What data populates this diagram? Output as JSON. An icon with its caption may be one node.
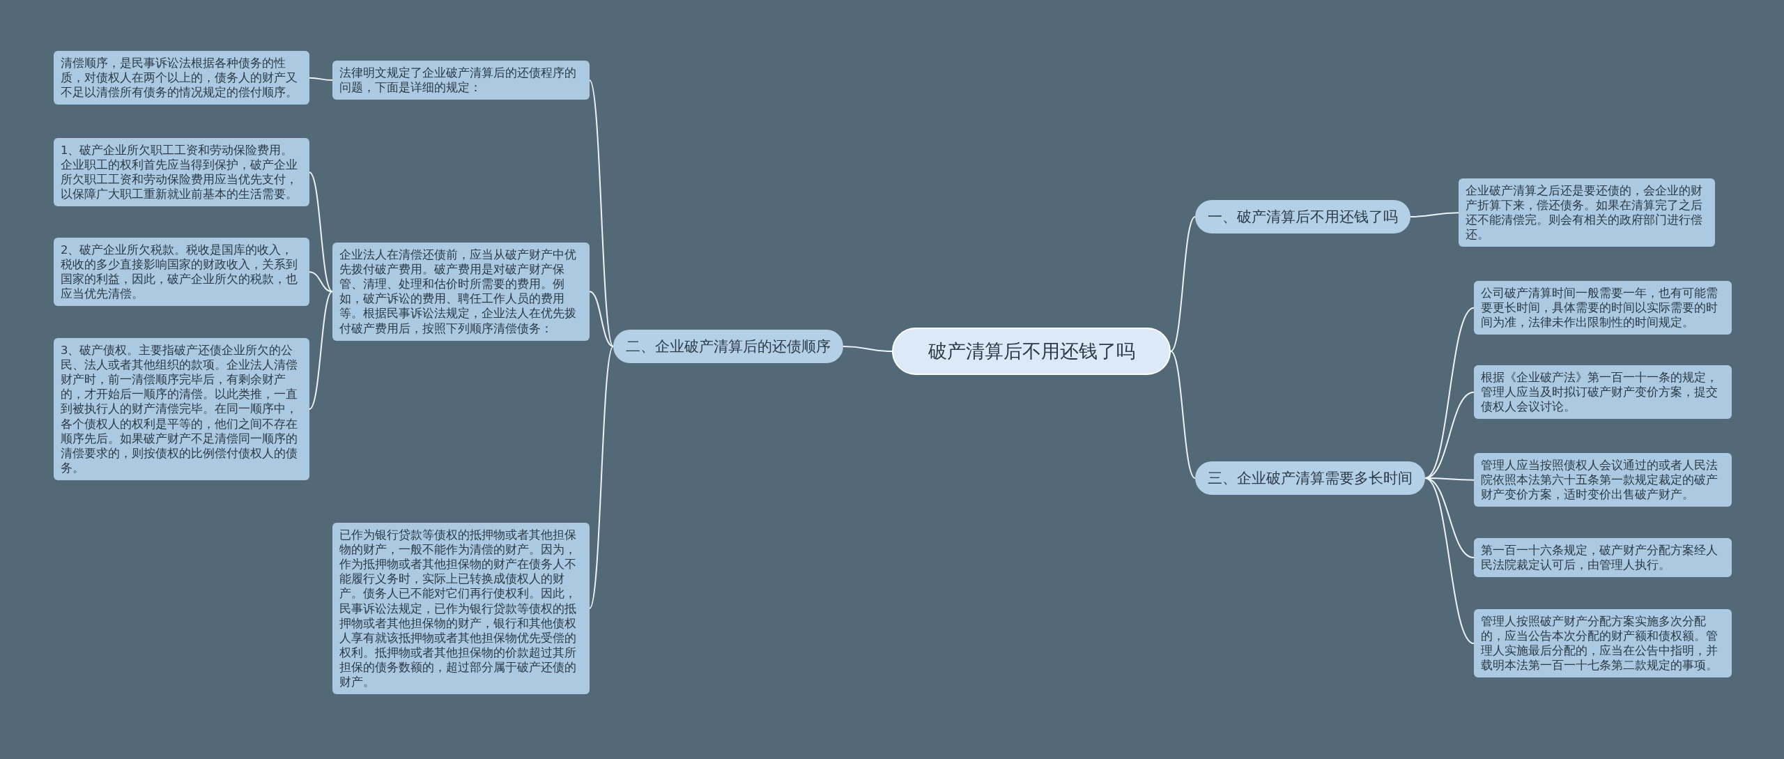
{
  "diagram": {
    "nodes": [
      {
        "text": [
          "破产清算后不用还钱了吗"
        ]
      },
      {
        "text": [
          "一、破产清算后不用还钱了吗"
        ]
      },
      {
        "text": [
          "企业破产清算之后还是要还债的，会企业的财产折算下来，偿还债务。如果在清算完了之后还不能清偿完。则会有相关的政府部门进行偿还。"
        ]
      },
      {
        "text": [
          "二、企业破产清算后的还债顺序"
        ]
      },
      {
        "text": [
          "法律明文规定了企业破产清算后的还债程序的问题，下面是详细的规定："
        ]
      },
      {
        "text": [
          "清偿顺序，是民事诉讼法根据各种债务的性质，对债权人在两个以上的，债务人的财产又不足以清偿所有债务的情况规定的偿付顺序。"
        ]
      },
      {
        "text": [
          "企业法人在清偿还债前，应当从破产财产中优先拨付破产费用。破产费用是对破产财产保管、清理、处理和估价时所需要的费用。例如，破产诉讼的费用、聘任工作人员的费用等。根据民事诉讼法规定，企业法人在优先拨付破产费用后，按照下列顺序清偿债务："
        ]
      },
      {
        "text": [
          "1、破产企业所欠职工工资和劳动保险费用。企业职工的权利首先应当得到保护，破产企业所欠职工工资和劳动保险费用应当优先支付，以保障广大职工重新就业前基本的生活需要。"
        ]
      },
      {
        "text": [
          "2、破产企业所欠税款。税收是国库的收入，税收的多少直接影响国家的财政收入，关系到国家的利益，因此，破产企业所欠的税款，也应当优先清偿。"
        ]
      },
      {
        "text": [
          "3、破产债权。主要指破产还债企业所欠的公民、法人或者其他组织的款项。企业法人清偿财产时，前一清偿顺序完毕后，有剩余财产的，才开始后一顺序的清偿。以此类推，一直到被执行人的财产清偿完毕。在同一顺序中，各个债权人的权利是平等的，他们之间不存在顺序先后。如果破产财产不足清偿同一顺序的清偿要求的，则按债权的比例偿付债权人的债务。"
        ]
      },
      {
        "text": [
          "已作为银行贷款等债权的抵押物或者其他担保物的财产，一般不能作为清偿的财产。因为，作为抵押物或者其他担保物的财产在债务人不能履行义务时，实际上已转换成债权人的财产。债务人已不能对它们再行使权利。因此，民事诉讼法规定，已作为银行贷款等债权的抵押物或者其他担保物的财产，银行和其他债权人享有就该抵押物或者其他担保物优先受偿的权利。抵押物或者其他担保物的价款超过其所担保的债务数额的，超过部分属于破产还债的财产。"
        ]
      },
      {
        "text": [
          "三、企业破产清算需要多长时间"
        ]
      },
      {
        "text": [
          "公司破产清算时间一般需要一年，也有可能需要更长时间，具体需要的时间以实际需要的时间为准，法律未作出限制性的时间规定。"
        ]
      },
      {
        "text": [
          "根据《企业破产法》第一百一十一条的规定，管理人应当及时拟订破产财产变价方案，提交债权人会议讨论。"
        ]
      },
      {
        "text": [
          "管理人应当按照债权人会议通过的或者人民法院依照本法第六十五条第一款规定裁定的破产财产变价方案，适时变价出售破产财产。"
        ]
      },
      {
        "text": [
          "第一百一十六条规定，破产财产分配方案经人民法院裁定认可后，由管理人执行。"
        ]
      },
      {
        "text": [
          "管理人按照破产财产分配方案实施多次分配的，应当公告本次分配的财产额和债权额。管理人实施最后分配的，应当在公告中指明，并载明本法第一百一十七条第二款规定的事项。"
        ]
      }
    ],
    "edges": [
      {
        "from": 0,
        "to": 1,
        "arrow": "none"
      },
      {
        "from": 1,
        "to": 2,
        "arrow": "none"
      },
      {
        "from": 0,
        "to": 3,
        "arrow": "none"
      },
      {
        "from": 3,
        "to": 4,
        "arrow": "none"
      },
      {
        "from": 4,
        "to": 5,
        "arrow": "none"
      },
      {
        "from": 3,
        "to": 6,
        "arrow": "none"
      },
      {
        "from": 6,
        "to": 7,
        "arrow": "none"
      },
      {
        "from": 6,
        "to": 8,
        "arrow": "none"
      },
      {
        "from": 6,
        "to": 9,
        "arrow": "none"
      },
      {
        "from": 3,
        "to": 10,
        "arrow": "none"
      },
      {
        "from": 0,
        "to": 11,
        "arrow": "none"
      },
      {
        "from": 11,
        "to": 12,
        "arrow": "none"
      },
      {
        "from": 11,
        "to": 13,
        "arrow": "none"
      },
      {
        "from": 11,
        "to": 14,
        "arrow": "none"
      },
      {
        "from": 11,
        "to": 15,
        "arrow": "none"
      },
      {
        "from": 11,
        "to": 16,
        "arrow": "none"
      }
    ]
  }
}
